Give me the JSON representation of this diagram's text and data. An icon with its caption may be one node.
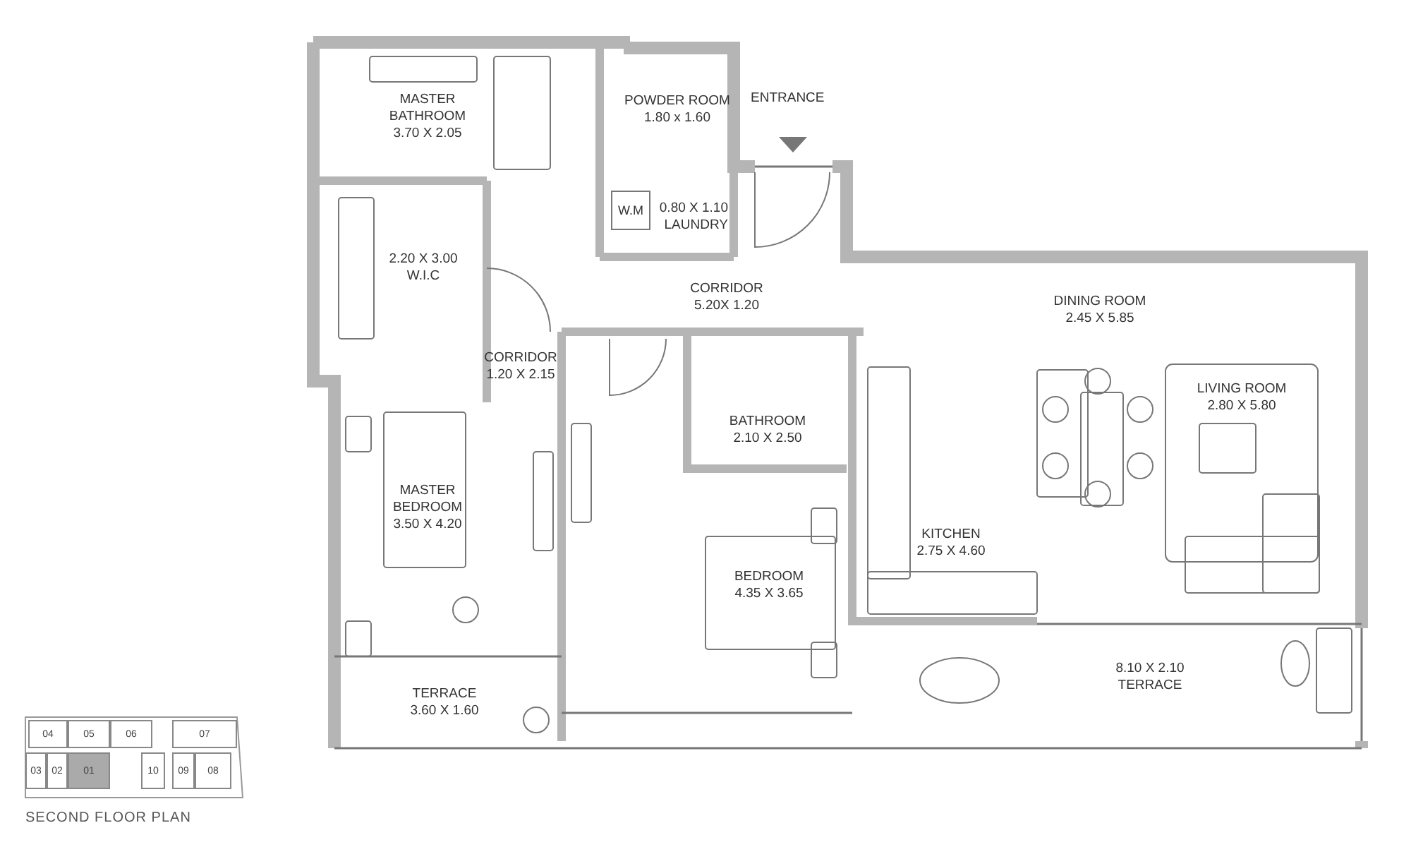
{
  "diagram": {
    "caption": "SECOND FLOOR PLAN",
    "nodes": [
      {
        "text": [
          "MASTER BATHROOM",
          "3.70 X 2.05"
        ]
      },
      {
        "text": [
          "POWDER ROOM",
          "1.80 x 1.60"
        ]
      },
      {
        "text": [
          "0.80 X 1.10",
          "LAUNDRY"
        ]
      },
      {
        "text": [
          "W.M"
        ],
        "in": 2
      },
      {
        "text": [
          "2.20 X 3.00",
          "W.I.C"
        ]
      },
      {
        "text": [
          "CORRIDOR",
          "5.20X 1.20"
        ]
      },
      {
        "text": [
          "CORRIDOR",
          "1.20 X 2.15"
        ]
      },
      {
        "text": [
          "DINING ROOM",
          "2.45 X 5.85"
        ]
      },
      {
        "text": [
          "LIVING ROOM",
          "2.80 X 5.80"
        ]
      },
      {
        "text": [
          "BATHROOM",
          "2.10 X 2.50"
        ]
      },
      {
        "text": [
          "MASTER BEDROOM",
          "3.50 X 4.20"
        ]
      },
      {
        "text": [
          "BEDROOM",
          "4.35 X 3.65"
        ]
      },
      {
        "text": [
          "KITCHEN",
          "2.75 X 4.60"
        ]
      },
      {
        "text": [
          "8.10 X 2.10",
          "TERRACE"
        ]
      },
      {
        "text": [
          "TERRACE",
          "3.60 X 1.60"
        ]
      },
      {
        "text": [
          "04"
        ]
      },
      {
        "text": [
          "05"
        ]
      },
      {
        "text": [
          "06"
        ]
      },
      {
        "text": [
          "07"
        ]
      },
      {
        "text": [
          "03"
        ]
      },
      {
        "text": [
          "02"
        ]
      },
      {
        "text": [
          "01"
        ]
      },
      {
        "text": [
          "10"
        ]
      },
      {
        "text": [
          "09"
        ]
      },
      {
        "text": [
          "08"
        ]
      }
    ],
    "labels": [
      "ENTRANCE"
    ]
  }
}
